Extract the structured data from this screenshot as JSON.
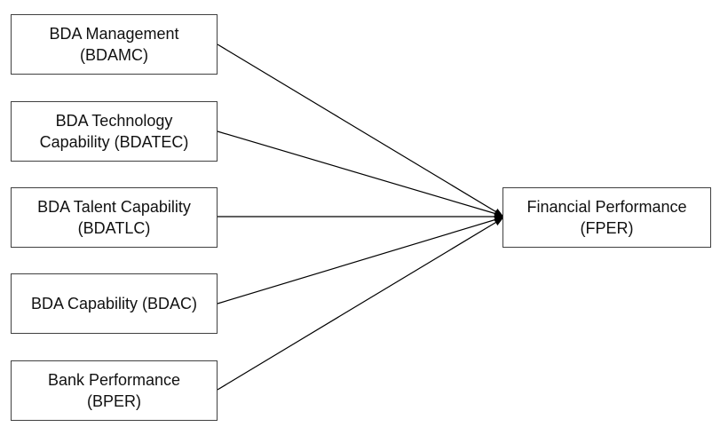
{
  "diagram": {
    "sources": [
      {
        "line1": "BDA Management",
        "line2": "(BDAMC)"
      },
      {
        "line1": "BDA Technology",
        "line2": "Capability (BDATEC)"
      },
      {
        "line1": "BDA Talent Capability",
        "line2": "(BDATLC)"
      },
      {
        "line1": "BDA Capability (BDAC)",
        "line2": ""
      },
      {
        "line1": "Bank Performance",
        "line2": "(BPER)"
      }
    ],
    "target": {
      "line1": "Financial Performance",
      "line2": "(FPER)"
    },
    "colors": {
      "stroke": "#000000",
      "border": "#404040",
      "text": "#111111"
    }
  }
}
